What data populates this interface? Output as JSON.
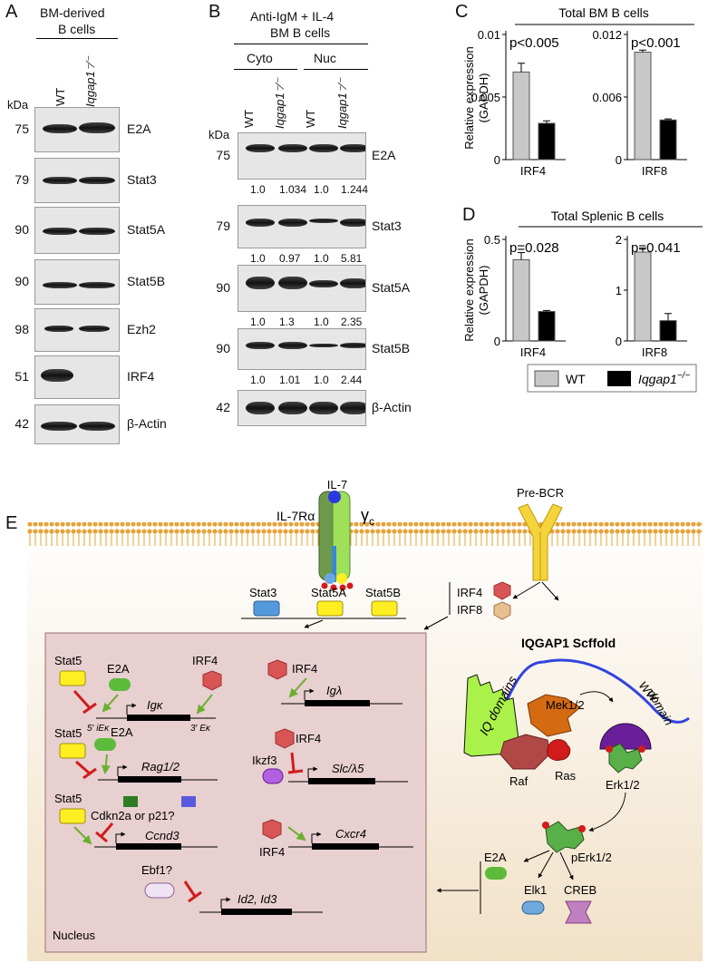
{
  "panel_labels": [
    "A",
    "B",
    "C",
    "D",
    "E"
  ],
  "panelA": {
    "title_line1": "BM-derived",
    "title_line2": "B cells",
    "kda_label": "kDa",
    "lanes": [
      "WT",
      "Iqgap1⁻⁄⁻"
    ],
    "blots": [
      {
        "kda": "75",
        "protein": "E2A"
      },
      {
        "kda": "79",
        "protein": "Stat3"
      },
      {
        "kda": "90",
        "protein": "Stat5A"
      },
      {
        "kda": "90",
        "protein": "Stat5B"
      },
      {
        "kda": "98",
        "protein": "Ezh2"
      },
      {
        "kda": "51",
        "protein": "IRF4"
      },
      {
        "kda": "42",
        "protein": "β-Actin"
      }
    ]
  },
  "panelB": {
    "title_line1": "Anti-IgM + IL-4",
    "title_line2": "BM B cells",
    "groups": [
      "Cyto",
      "Nuc"
    ],
    "lanes": [
      "WT",
      "Iqgap1⁻⁄⁻",
      "WT",
      "Iqgap1⁻⁄⁻"
    ],
    "kda_label": "kDa",
    "blots": [
      {
        "kda": "75",
        "protein": "E2A",
        "quant": [
          "1.0",
          "1.034",
          "1.0",
          "1.244"
        ]
      },
      {
        "kda": "79",
        "protein": "Stat3",
        "quant": [
          "1.0",
          "0.97",
          "1.0",
          "5.81"
        ]
      },
      {
        "kda": "90",
        "protein": "Stat5A",
        "quant": [
          "1.0",
          "1.3",
          "1.0",
          "2.35"
        ]
      },
      {
        "kda": "90",
        "protein": "Stat5B",
        "quant": [
          "1.0",
          "1.01",
          "1.0",
          "2.44"
        ]
      },
      {
        "kda": "42",
        "protein": "β-Actin",
        "quant": []
      }
    ]
  },
  "chart_data": [
    {
      "type": "bar",
      "panel": "C",
      "group_title": "Total BM B cells",
      "ylabel": "Relative expression (GAPDH)",
      "categories": [
        "IRF4"
      ],
      "series": [
        {
          "name": "WT",
          "values": [
            0.007
          ]
        },
        {
          "name": "Iqgap1−/−",
          "values": [
            0.0029
          ]
        }
      ],
      "errors": [
        0.0007,
        0.0002
      ],
      "yticks": [
        "0",
        "0.005",
        "0.01"
      ],
      "ylim": [
        0,
        0.01
      ],
      "annotation": "p<0.005"
    },
    {
      "type": "bar",
      "panel": "C",
      "group_title": "Total BM B cells",
      "ylabel": "",
      "categories": [
        "IRF8"
      ],
      "series": [
        {
          "name": "WT",
          "values": [
            0.0103
          ]
        },
        {
          "name": "Iqgap1−/−",
          "values": [
            0.0038
          ]
        }
      ],
      "errors": [
        0.0002,
        0.0001
      ],
      "yticks": [
        "0",
        "0.006",
        "0.012"
      ],
      "ylim": [
        0,
        0.012
      ],
      "annotation": "p<0.001"
    },
    {
      "type": "bar",
      "panel": "D",
      "group_title": "Total Splenic B cells",
      "ylabel": "Relative expression (GAPDH)",
      "categories": [
        "IRF4"
      ],
      "series": [
        {
          "name": "WT",
          "values": [
            0.4
          ]
        },
        {
          "name": "Iqgap1−/−",
          "values": [
            0.145
          ]
        }
      ],
      "errors": [
        0.035,
        0.005
      ],
      "yticks": [
        "0",
        "0.5"
      ],
      "ylim": [
        0,
        0.5
      ],
      "annotation": "p=0.028"
    },
    {
      "type": "bar",
      "panel": "D",
      "group_title": "Total Splenic B cells",
      "ylabel": "",
      "categories": [
        "IRF8"
      ],
      "series": [
        {
          "name": "WT",
          "values": [
            1.75
          ]
        },
        {
          "name": "Iqgap1−/−",
          "values": [
            0.4
          ]
        }
      ],
      "errors": [
        0.08,
        0.14
      ],
      "yticks": [
        "0",
        "1",
        "2"
      ],
      "ylim": [
        0,
        2
      ],
      "annotation": "p=0.041"
    }
  ],
  "legend": {
    "wt": "WT",
    "ko": "Iqgap1",
    "ko_sup": "−/−",
    "wt_color": "#c8c8c8",
    "ko_color": "#000000"
  },
  "panelE": {
    "receptor": {
      "ligand": "IL-7",
      "alpha": "IL-7Rα",
      "gamma": "γ",
      "gamma_sub": "c",
      "pre_bcr": "Pre-BCR"
    },
    "stats": [
      "Stat3",
      "Stat5A",
      "Stat5B"
    ],
    "irf_labels": [
      "IRF4",
      "IRF8"
    ],
    "scaffold_title": "IQGAP1 Scffold",
    "iq_domains": "IQ domains",
    "ww_domain_1": "WW",
    "ww_domain_2": "domain",
    "kinases": [
      "Mek1/2",
      "Raf",
      "Ras",
      "Erk1/2",
      "pErk1/2"
    ],
    "targets": [
      "E2A",
      "Elk1",
      "CREB"
    ],
    "nucleus_label": "Nucleus",
    "genes": {
      "igk": "Igκ",
      "ie_left": "5′ iEκ",
      "ie_right": "3′ Eκ",
      "rag": "Rag1/2",
      "ccnd3": "Ccnd3",
      "id": "Id2, Id3",
      "igl": "Igλ",
      "slc": "Slc/λ5",
      "cxcr4": "Cxcr4"
    },
    "nuc_factors": {
      "stat5": "Stat5",
      "e2a": "E2A",
      "irf4": "IRF4",
      "ikzf3": "Ikzf3",
      "cdkn": "Cdkn2a or p21?",
      "ebf1": "Ebf1?"
    },
    "colors": {
      "membrane": "#e6a23a",
      "cytoplasm": "#f4e7d4",
      "nucleus": "#e8cfd0",
      "stat": "#ffee22",
      "stat3": "#5599dd",
      "irf4": "#d95555",
      "irf8": "#e9bf8e",
      "e2a": "#5cbb3a",
      "mek": "#d46a12",
      "raf": "#b04848",
      "ras": "#d21b1b",
      "erk": "#59b048",
      "iq": "#aaf24a",
      "ww": "#6a1e9a",
      "elk1": "#6fa8dd",
      "creb": "#c080c0",
      "inhibit": "#d01c1c",
      "activate": "#6ab030",
      "scaffold_line": "#3344dd"
    }
  }
}
